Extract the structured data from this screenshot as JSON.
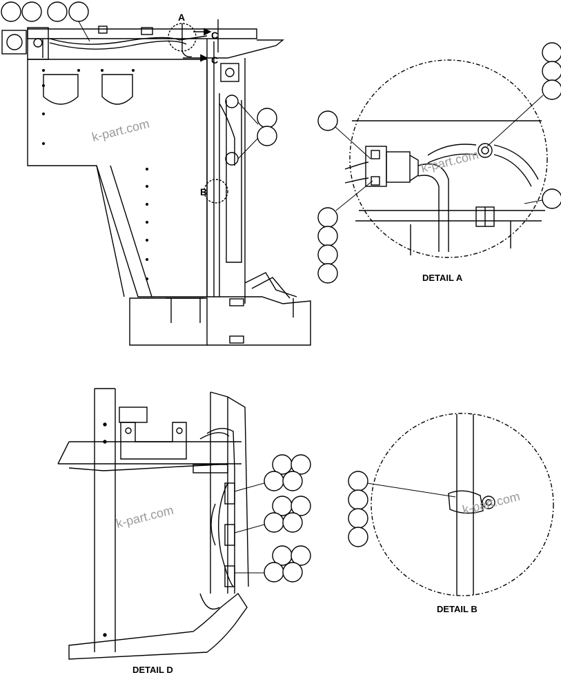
{
  "detail_labels": {
    "a": "DETAIL A",
    "b": "DETAIL B",
    "d": "DETAIL D"
  },
  "callout_letters": {
    "a": "A",
    "b": "B",
    "c1": "C",
    "c2": "C"
  },
  "watermark": "k-part.com"
}
